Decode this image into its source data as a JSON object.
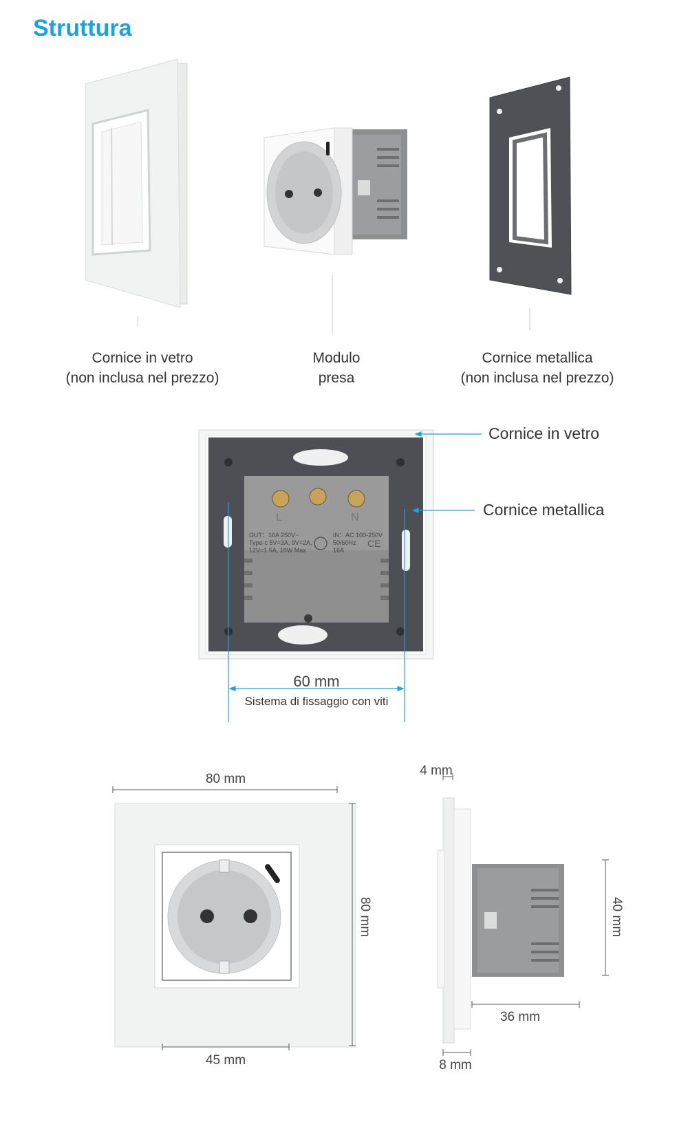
{
  "header": {
    "title": "Struttura"
  },
  "components": [
    {
      "line1": "Cornice in vetro",
      "line2": "(non inclusa nel prezzo)"
    },
    {
      "line1": "Modulo",
      "line2": "presa"
    },
    {
      "line1": "Cornice metallica",
      "line2": "(non inclusa nel prezzo)"
    }
  ],
  "back_view": {
    "callout_glass": "Cornice in vetro",
    "callout_metal": "Cornice metallica",
    "mounting_width": "60 mm",
    "mounting_note": "Sistema di fissaggio con viti",
    "module_label": {
      "out_line1": "OUT：16A 250V~",
      "out_line2": "Type-c 5V=3A, 9V=2A,",
      "out_line3": "12V=1.5A, 18W Max",
      "in_line1": "IN：AC 100-250V",
      "in_line2": "50/60Hz",
      "in_line3": "16A",
      "terminal_l": "L",
      "terminal_n": "N",
      "ce_mark": "CE"
    }
  },
  "dimensions": {
    "front_width": "80 mm",
    "front_height": "80 mm",
    "module_width": "45 mm",
    "glass_thickness": "4 mm",
    "module_height": "40 mm",
    "module_depth": "36 mm",
    "frame_depth": "8 mm"
  },
  "colors": {
    "accent": "#1aa3e0",
    "module_gray": "#9a9a9a",
    "frame_dark": "#4d4f55"
  }
}
